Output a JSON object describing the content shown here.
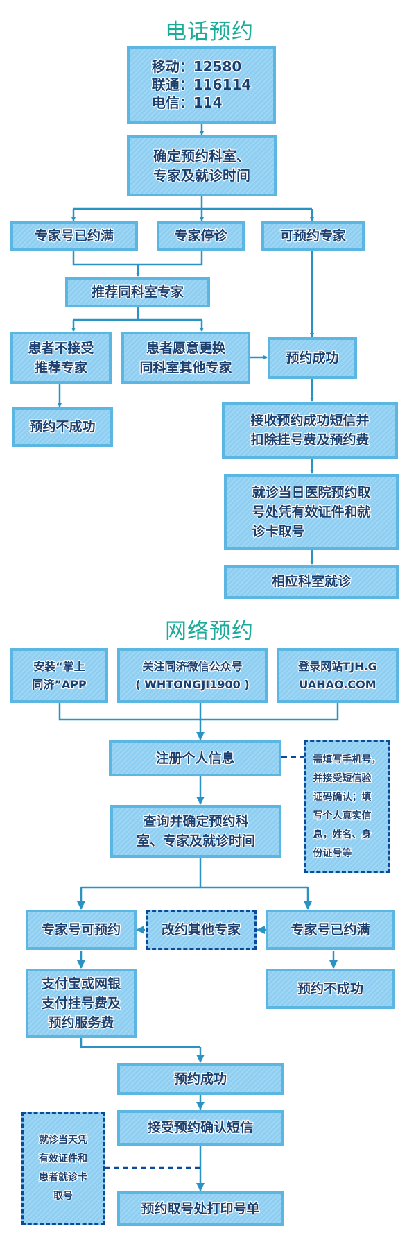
{
  "phone": {
    "title": "电话预约",
    "carriers": "移动：12580\n联通：116114\n电信：114",
    "step_confirm": "确定预约科室、\n专家及就诊时间",
    "full": "专家号已约满",
    "stopped": "专家停诊",
    "available": "可预约专家",
    "recommend": "推荐同科室专家",
    "reject": "患者不接受\n推荐专家",
    "accept_change": "患者愿意更换\n同科室其他专家",
    "success": "预约成功",
    "fail": "预约不成功",
    "sms_fee": "接收预约成功短信并\n扣除挂号费及预约费",
    "pickup": "就诊当日医院预约取\n号处凭有效证件和就\n诊卡取号",
    "visit": "相应科室就诊"
  },
  "online": {
    "title": "网络预约",
    "channel_app": "安装“掌上\n同济”APP",
    "channel_wechat": "关注同济微信公众号\n( WHTONGJI1900 )",
    "channel_web": "登录网站TJH.G\nUAHAO.COM",
    "register": "注册个人信息",
    "register_note": "需填写手机号，\n并接受短信验\n证码确认；填\n写个人真实信\n息，姓名、身\n份证号等",
    "query": "查询并确定预约科\n室、专家及就诊时间",
    "available": "专家号可预约",
    "change": "改约其他专家",
    "full": "专家号已约满",
    "pay": "支付宝或网银\n支付挂号费及\n预约服务费",
    "fail": "预约不成功",
    "success": "预约成功",
    "sms": "接受预约确认短信",
    "pickup_note": "就诊当天凭\n有效证件和\n患者就诊卡\n取号",
    "print": "预约取号处打印号单"
  },
  "colors": {
    "title": "#1aab9b",
    "box_fill": "#8dcef2",
    "box_border": "#5cb6e2",
    "text": "#1b3f6e",
    "connector": "#2a93c4",
    "dashed_border": "#0b4a9b"
  }
}
